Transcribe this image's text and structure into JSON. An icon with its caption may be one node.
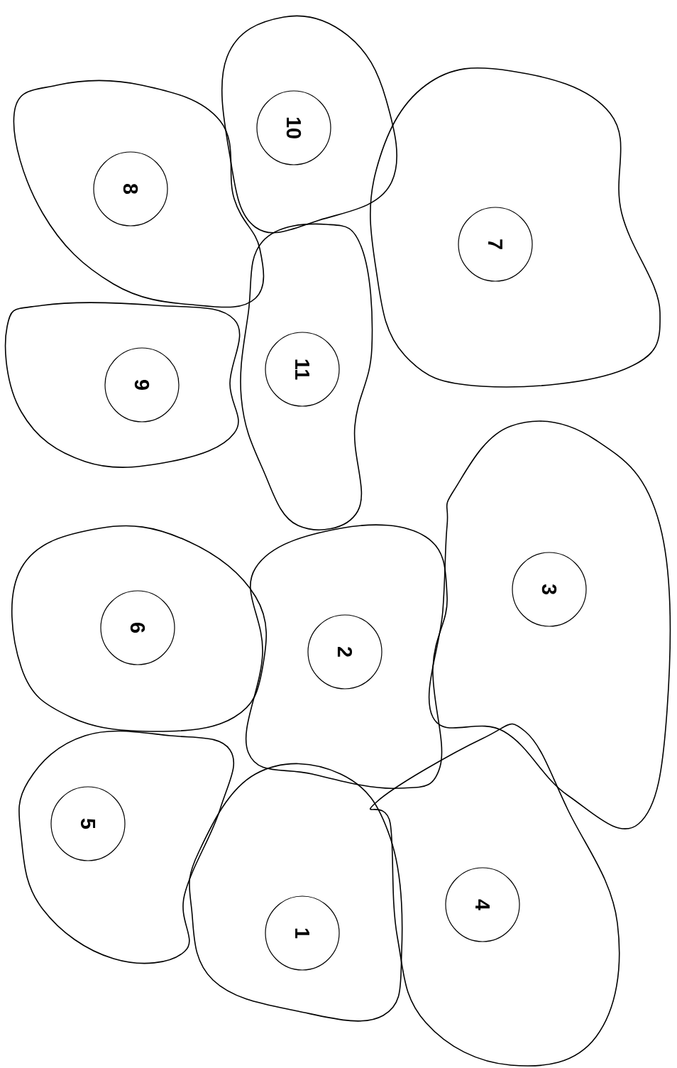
{
  "diagram": {
    "nodes": [
      {
        "text": [
          "1"
        ]
      },
      {
        "text": [
          "2"
        ]
      },
      {
        "text": [
          "3"
        ]
      },
      {
        "text": [
          "4"
        ]
      },
      {
        "text": [
          "5"
        ]
      },
      {
        "text": [
          "6"
        ]
      },
      {
        "text": [
          "7"
        ]
      },
      {
        "text": [
          "8"
        ]
      },
      {
        "text": [
          "9"
        ]
      },
      {
        "text": [
          "10"
        ]
      },
      {
        "text": [
          "11"
        ]
      }
    ]
  }
}
